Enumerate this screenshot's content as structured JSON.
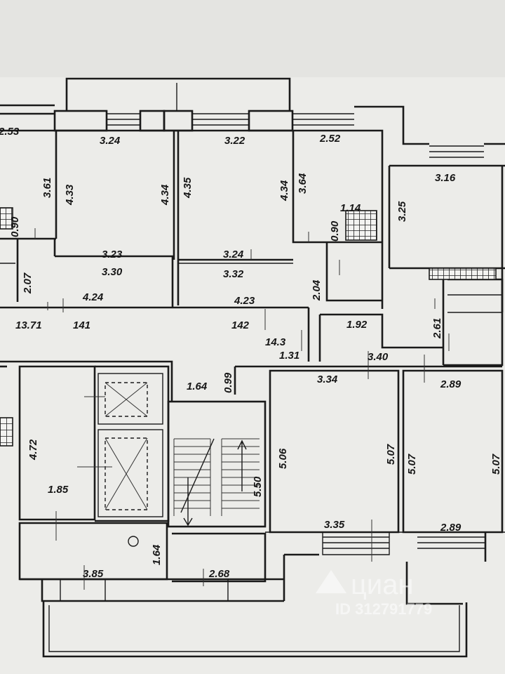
{
  "watermark": {
    "brand": "циан",
    "id_text": "ID 312791779"
  },
  "dimension_labels": [
    "2.53",
    "3.24",
    "3.22",
    "2.52",
    "3.61",
    "4.33",
    "4.34",
    "4.35",
    "4.34",
    "3.64",
    "1.14",
    "0.90",
    "3.25",
    "3.16",
    "0.90",
    "3.23",
    "3.30",
    "3.24",
    "3.32",
    "2.07",
    "2.04",
    "4.24",
    "4.23",
    "13.71",
    "141",
    "142",
    "1.92",
    "2.61",
    "14.3",
    "1.31",
    "3.40",
    "0.99",
    "3.34",
    "1.64",
    "2.89",
    "4.72",
    "5.06",
    "5.07",
    "5.07",
    "5.07",
    "5.50",
    "1.85",
    "3.35",
    "2.89",
    "1.64",
    "3.85",
    "2.68"
  ]
}
